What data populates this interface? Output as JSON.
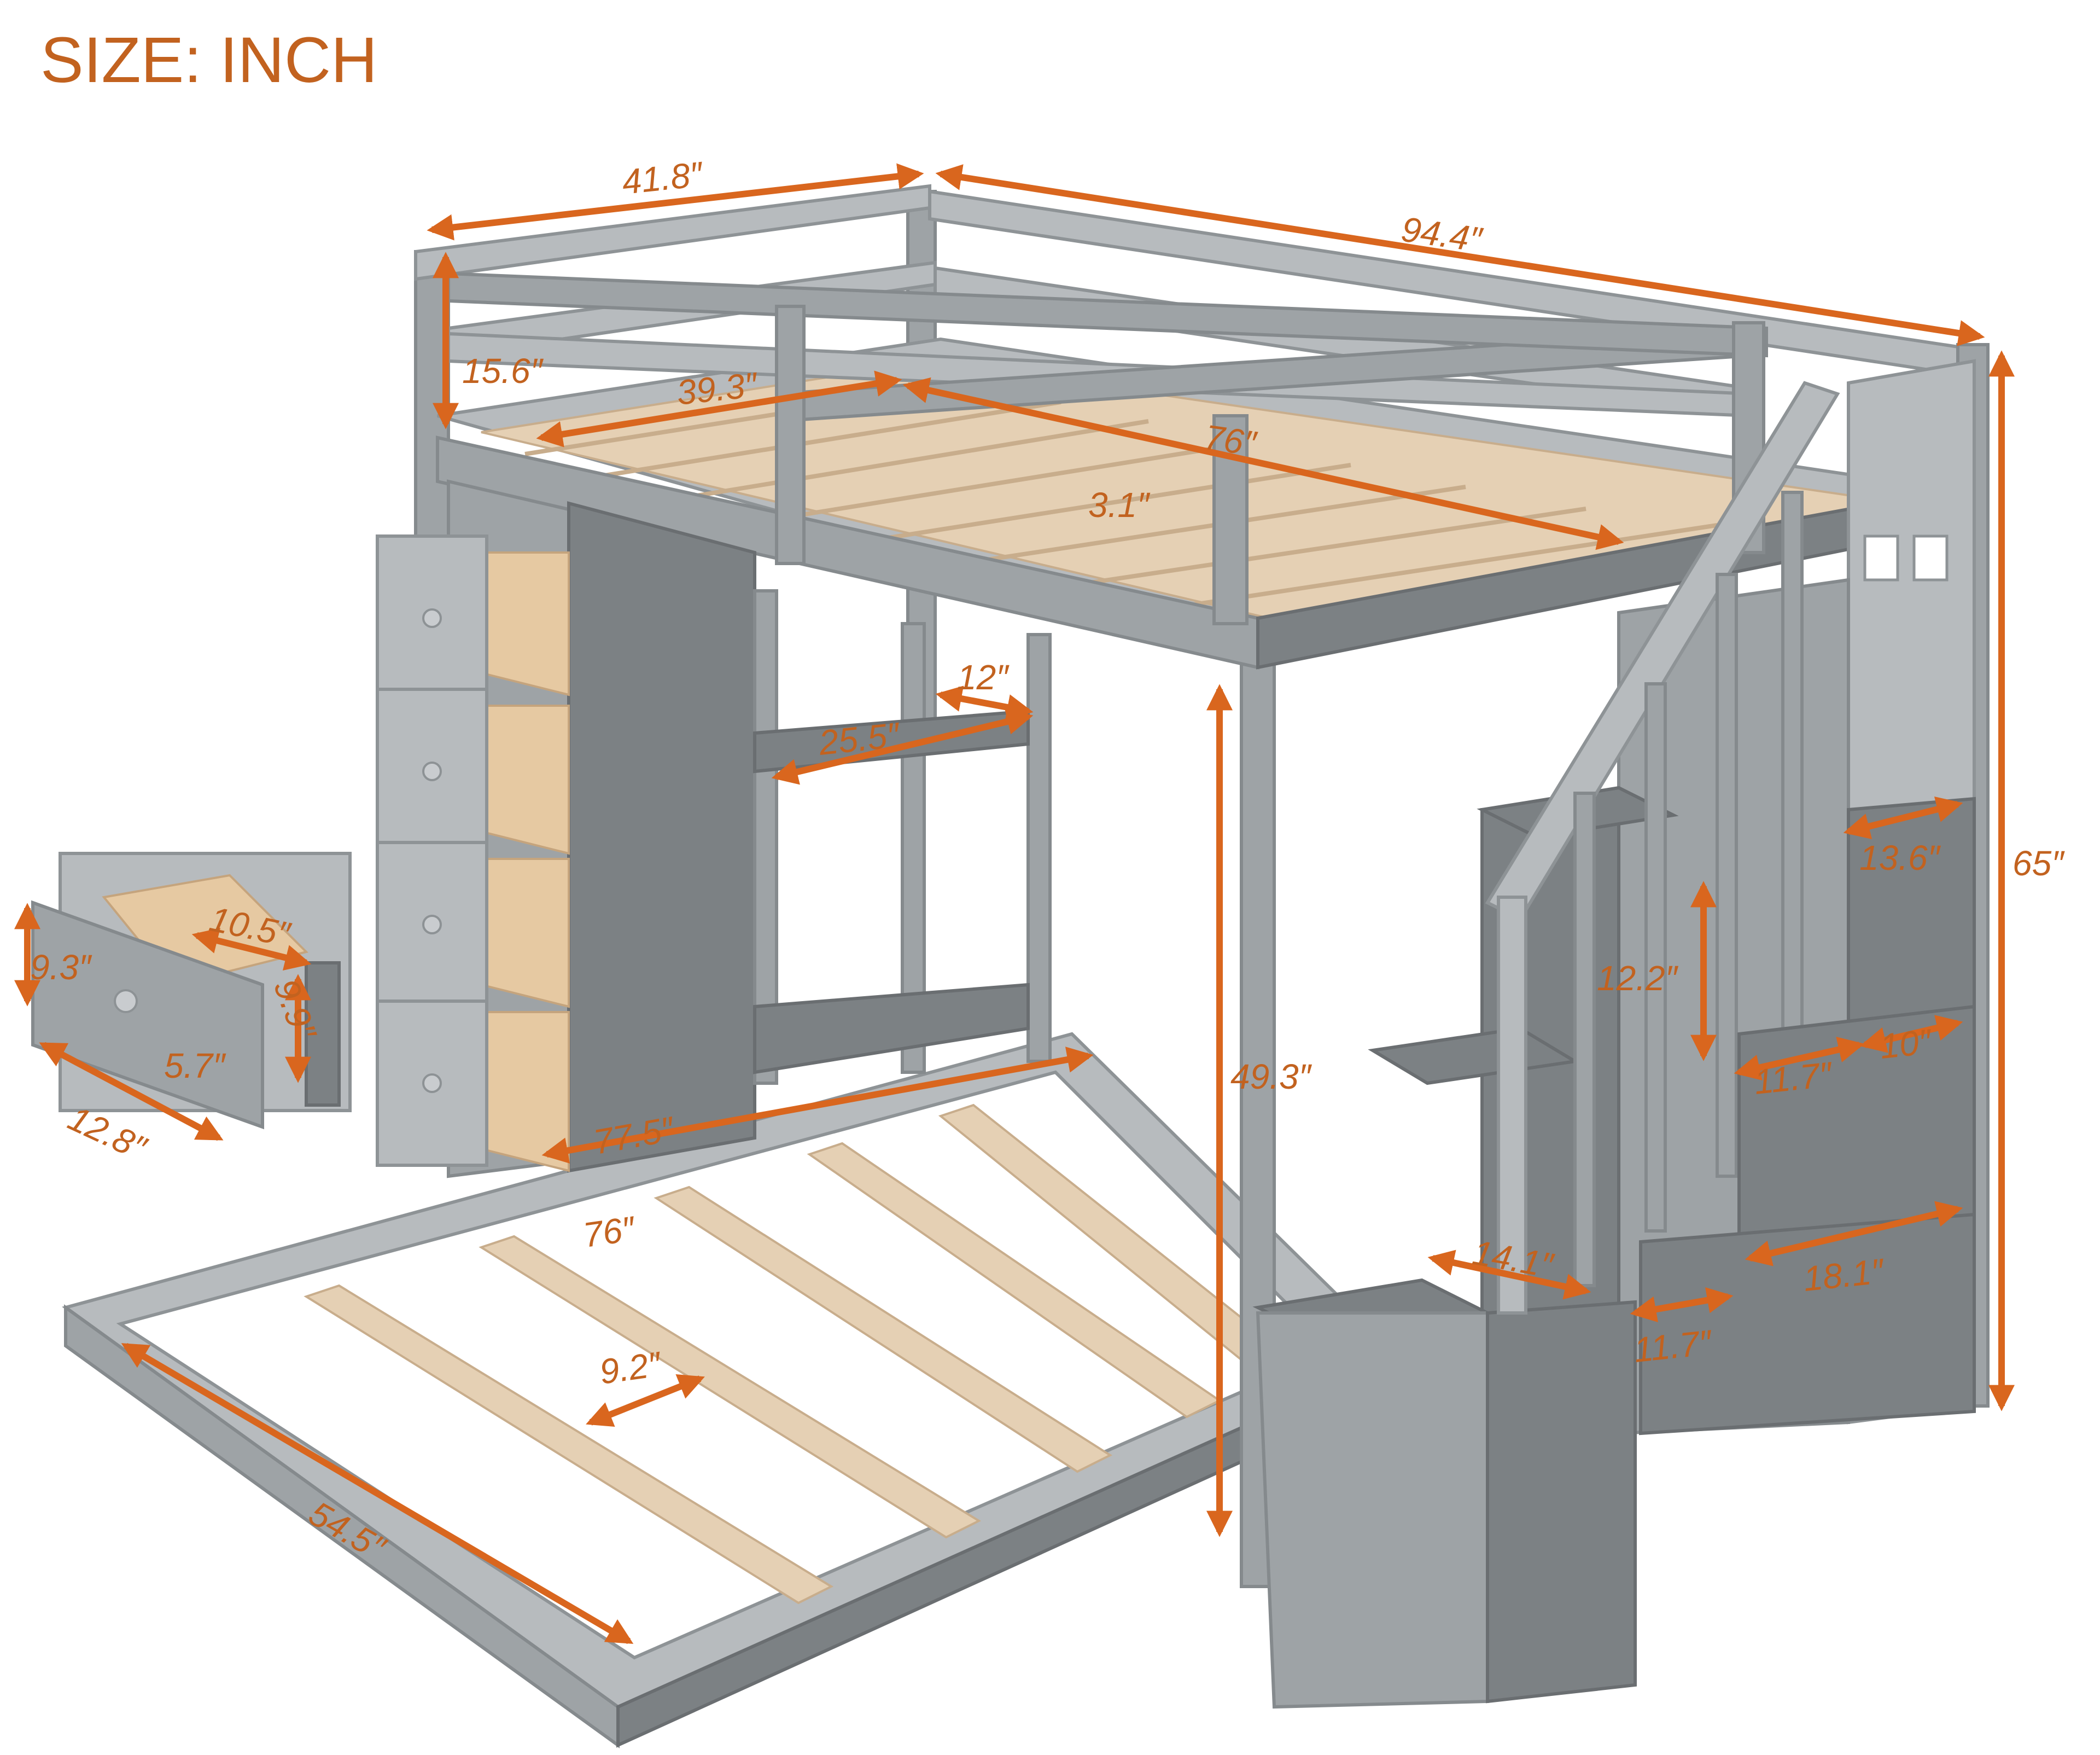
{
  "title": "SIZE: INCH",
  "accent_color": "#d9661e",
  "bed_color": "#9ea3a6",
  "slat_color": "#e5d0b4",
  "dimensions": {
    "top_width": "41.8″",
    "top_length": "94.4″",
    "rail_height": "15.6″",
    "inner_width": "39.3″",
    "inner_length": "76″",
    "slat_gap_top": "3.1″",
    "overall_height": "65″",
    "shelf_depth": "12″",
    "shelf_width": "25.5″",
    "under_clearance": "49.3″",
    "drawer_height": "9.3″",
    "drawer_depth": "10.5″",
    "drawer_inner": "9.9″",
    "drawer_face": "5.7″",
    "drawer_width": "12.8″",
    "lower_length_side": "77.5″",
    "lower_inner_length": "76″",
    "lower_slat_gap": "9.2″",
    "lower_width": "54.5″",
    "stair_side_depth": "13.6″",
    "stair_step_height": "12.2″",
    "stair_shelf_a": "11.7″",
    "stair_shelf_b": "10″",
    "stair_tread": "14.1″",
    "stair_bottom_a": "11.7″",
    "stair_bottom_b": "18.1″"
  }
}
